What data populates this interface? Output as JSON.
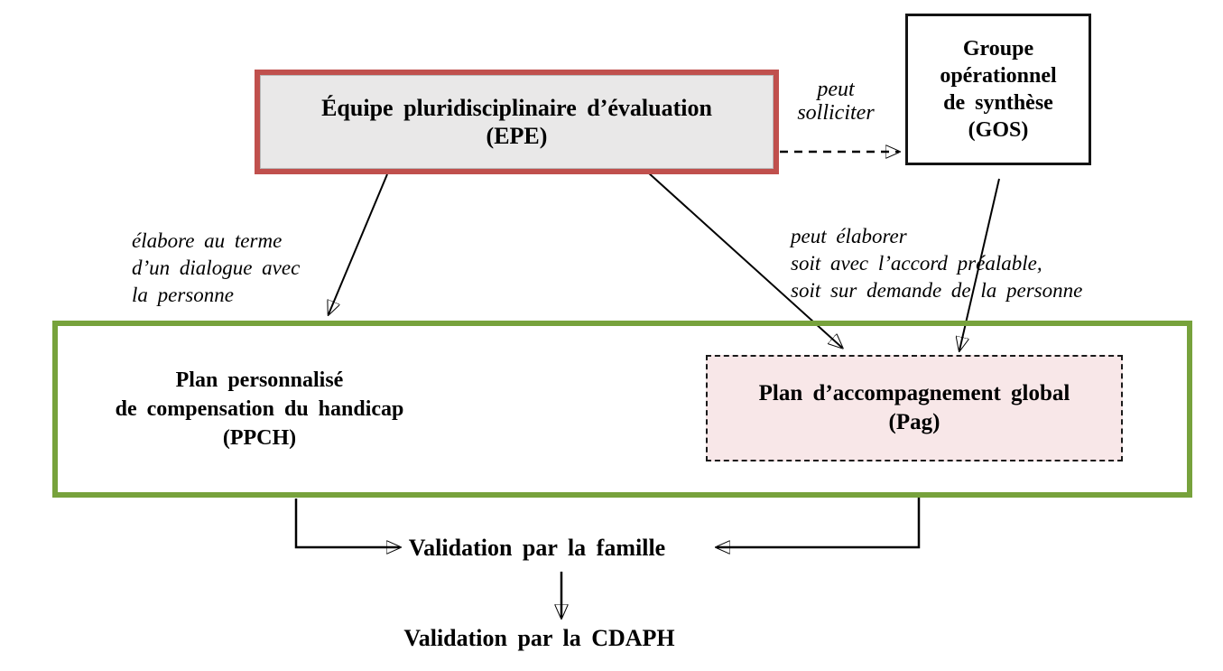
{
  "diagram": {
    "nodes": {
      "epe": {
        "lines": [
          "Équipe pluridisciplinaire d’évaluation",
          "(EPE)"
        ]
      },
      "gos": {
        "lines": [
          "Groupe",
          "opérationnel",
          "de synthèse",
          "(GOS)"
        ]
      },
      "ppch": {
        "lines": [
          "Plan personnalisé",
          "de compensation du handicap",
          "(PPCH)"
        ]
      },
      "pag": {
        "lines": [
          "Plan d’accompagnement global",
          "(Pag)"
        ]
      }
    },
    "edge_labels": {
      "solliciter": {
        "lines": [
          "peut",
          "solliciter"
        ]
      },
      "elabore": {
        "lines": [
          "élabore au terme",
          "d’un dialogue avec",
          "la personne"
        ]
      },
      "peut_elaborer": {
        "lines": [
          "peut élaborer",
          "soit avec l’accord préalable,",
          "soit sur demande de la personne"
        ]
      }
    },
    "outcomes": {
      "famille": "Validation par la famille",
      "cdaph": "Validation par la CDAPH"
    },
    "colors": {
      "epe_border": "#c0504d",
      "epe_fill": "#e9e8e8",
      "container_border": "#77a23c",
      "pag_fill": "#f8e7e8",
      "gos_border": "#141414",
      "arrow": "#000000"
    }
  }
}
